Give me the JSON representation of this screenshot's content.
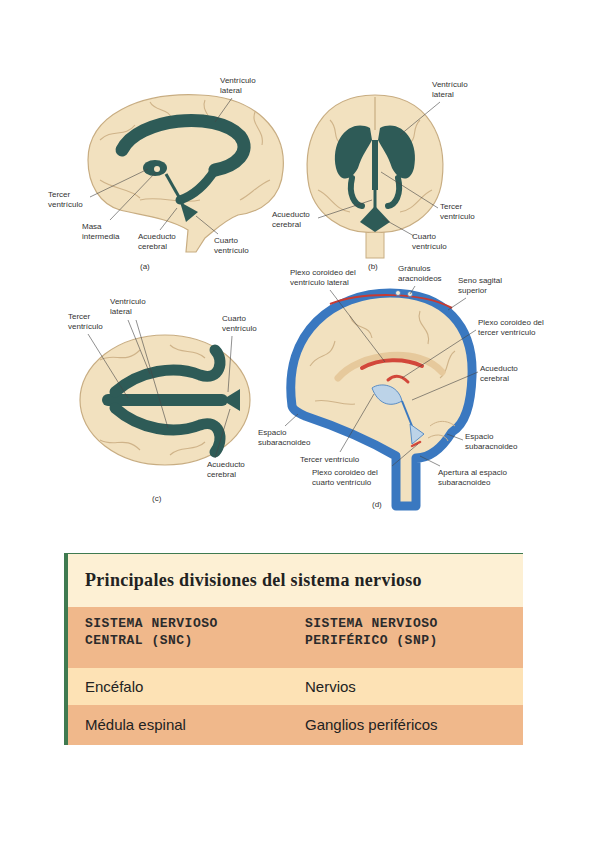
{
  "diagram": {
    "title": "Principales divisiones del sistema nervioso",
    "labels": [
      "Ventrículo lateral",
      "Tercer ventrículo",
      "Masa intermedia",
      "Acueducto cerebral",
      "Cuarto ventrículo",
      "(a)",
      "Ventrículo lateral",
      "Tercer ventrículo",
      "Acueducto cerebral",
      "Cuarto ventrículo",
      "(b)",
      "Tercer ventrículo",
      "Ventrículo lateral",
      "Cuarto ventrículo",
      "Acueducto cerebral",
      "(c)",
      "Plexo coroideo del ventrículo lateral",
      "Gránulos aracnoideos",
      "Seno sagital superior",
      "Plexo coroideo del tercer ventrículo",
      "Acueducto cerebral",
      "Espacio subaracnoideo",
      "Tercer ventrículo",
      "Espacio subaracnoideo",
      "Plexo coroideo del cuarto ventrículo",
      "Apertura al espacio subaracnoideo",
      "(d)",
      "SISTEMA NERVIOSO CENTRAL (SNC)",
      "SISTEMA NERVIOSO PERIFÉRICO (SNP)",
      "Encéfalo",
      "Nervios",
      "Médula espinal",
      "Ganglios periféricos"
    ]
  }
}
